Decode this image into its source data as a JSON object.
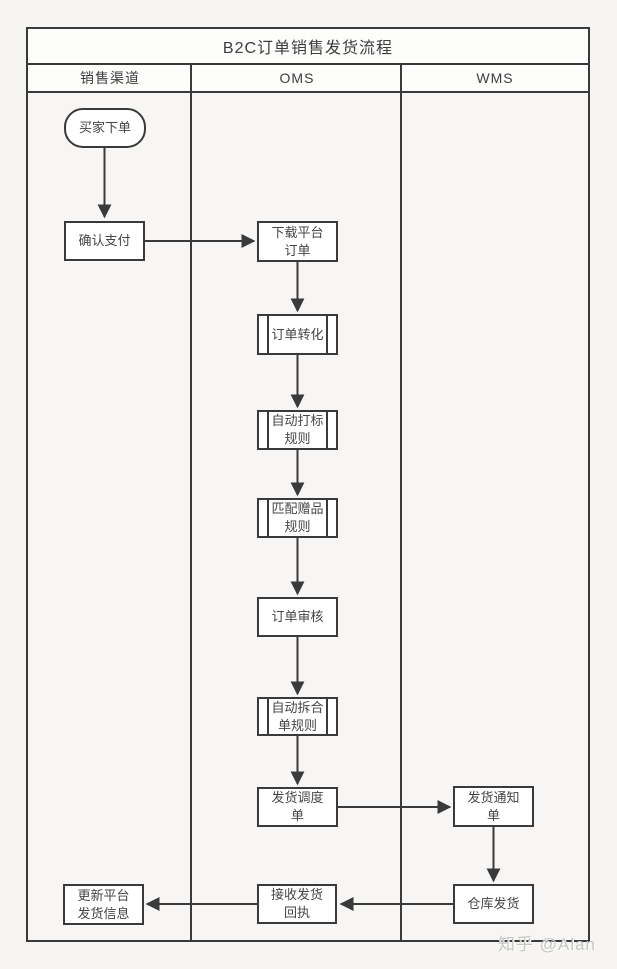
{
  "title": "B2C订单销售发货流程",
  "lanes": [
    {
      "label": "销售渠道"
    },
    {
      "label": "OMS"
    },
    {
      "label": "WMS"
    }
  ],
  "nodes": {
    "buyer_order": "买家下单",
    "confirm_payment": "确认支付",
    "download_platform_order": "下载平台\n订单",
    "order_conversion": "订单转化",
    "auto_tagging_rules": "自动打标\n规则",
    "match_gift_rules": "匹配赠品\n规则",
    "order_review": "订单审核",
    "auto_split_merge_rules": "自动拆合\n单规则",
    "shipping_dispatch_order": "发货调度\n单",
    "shipping_notice": "发货通知\n单",
    "warehouse_shipping": "仓库发货",
    "receive_shipping_receipt": "接收发货\n回执",
    "update_platform_shipping_info": "更新平台\n发货信息"
  },
  "watermark": "知乎 @Alan",
  "colors": {
    "border": "#3a3a3a",
    "node_fill": "#ffffff",
    "text": "#454545",
    "background": "#f6f5f3",
    "watermark": "#c7c6c4"
  }
}
